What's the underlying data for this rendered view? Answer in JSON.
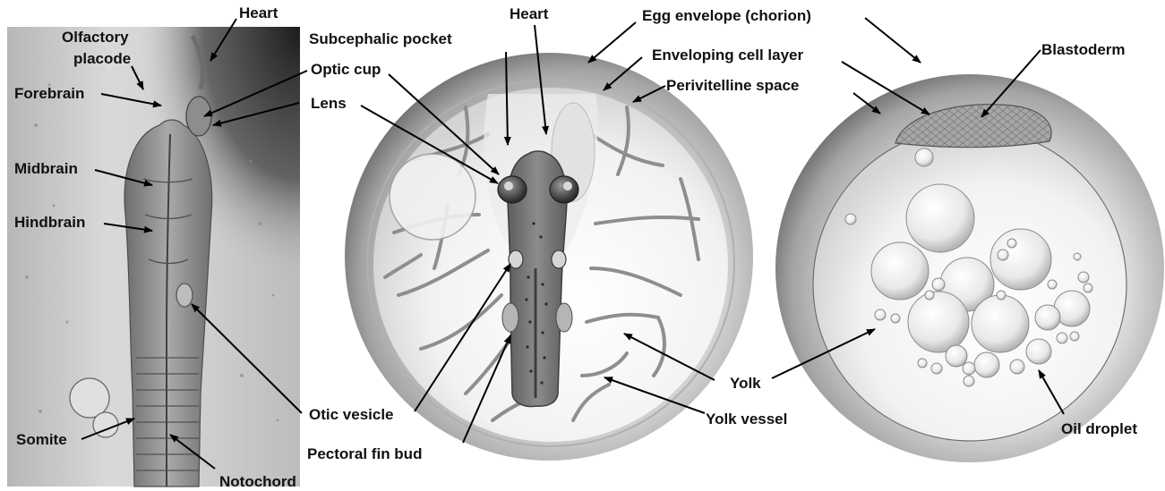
{
  "labels": {
    "heart_micro": "Heart",
    "olfactory_placode": "Olfactory\nplacode",
    "forebrain": "Forebrain",
    "midbrain": "Midbrain",
    "hindbrain": "Hindbrain",
    "somite": "Somite",
    "notochord": "Notochord",
    "subcephalic_pocket": "Subcephalic pocket",
    "optic_cup": "Optic cup",
    "lens": "Lens",
    "heart_embryo": "Heart",
    "otic_vesicle": "Otic vesicle",
    "pectoral_fin_bud": "Pectoral fin bud",
    "egg_envelope": "Egg envelope (chorion)",
    "enveloping_cell_layer": "Enveloping cell layer",
    "perivitelline_space": "Perivitelline space",
    "yolk": "Yolk",
    "yolk_vessel": "Yolk vessel",
    "blastoderm": "Blastoderm",
    "oil_droplet": "Oil droplet"
  }
}
